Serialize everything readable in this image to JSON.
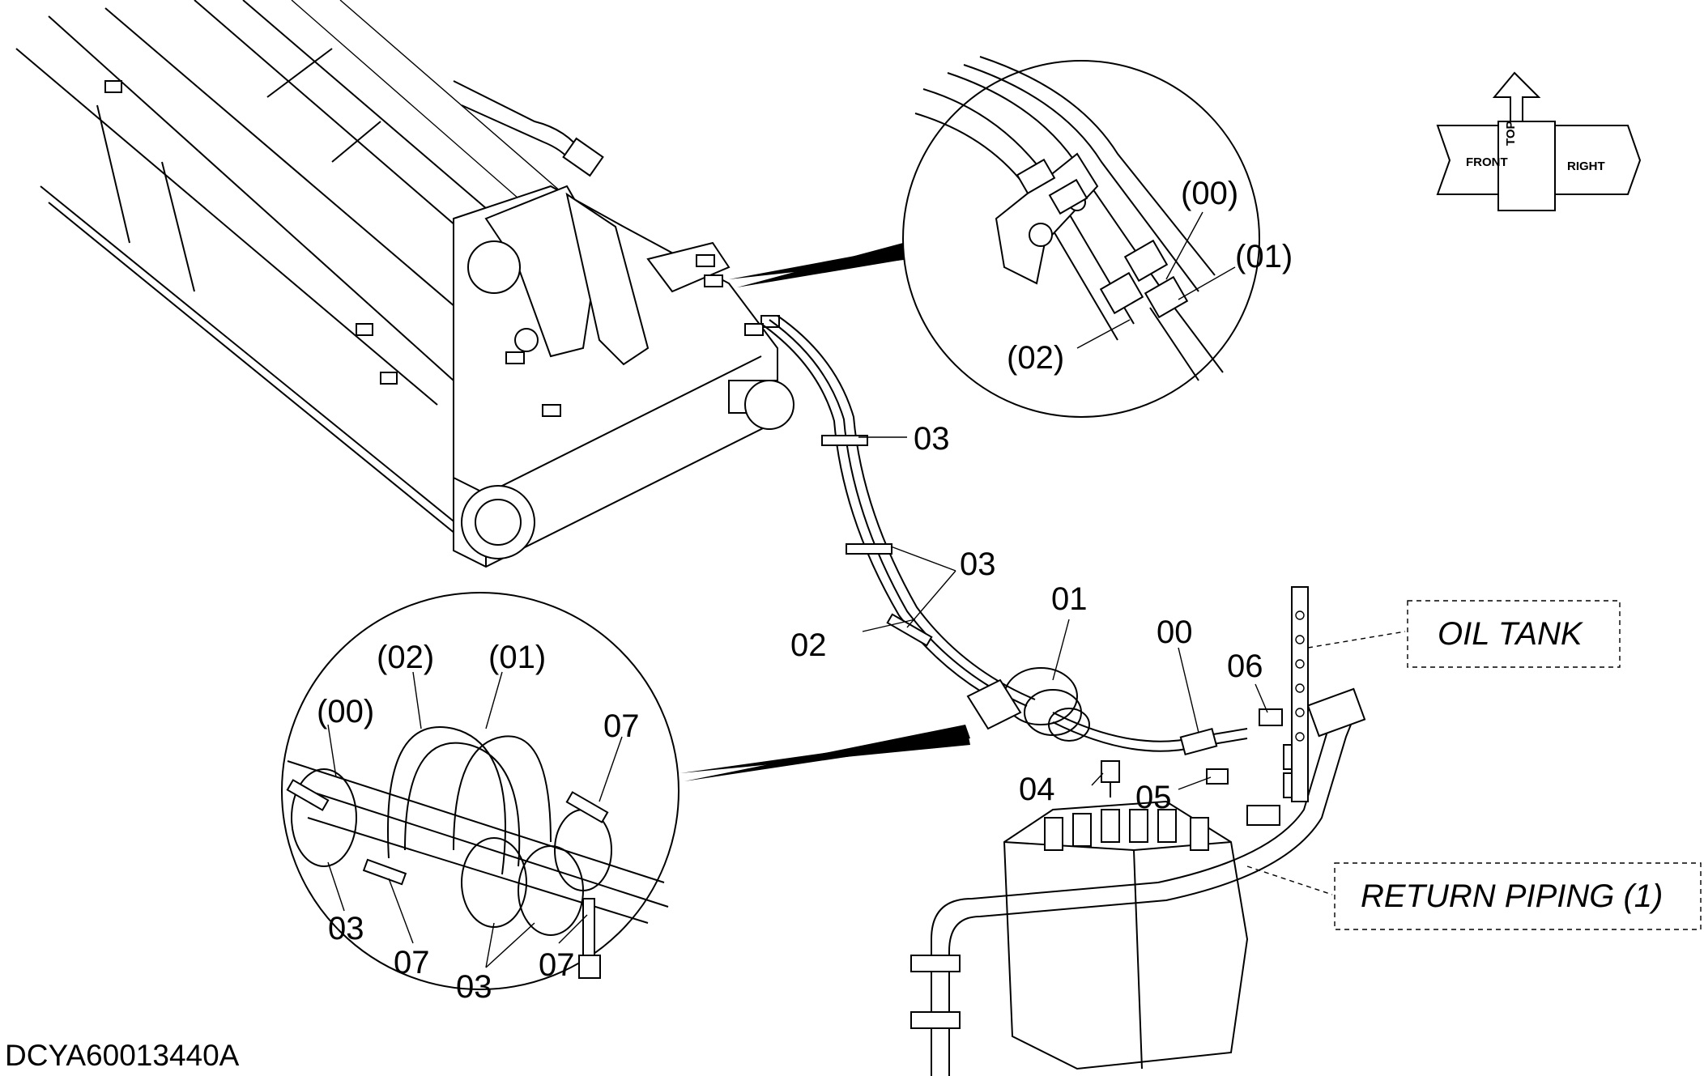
{
  "drawing_code": "DCYA60013440A",
  "callouts": {
    "oil_tank": "OIL TANK",
    "return_piping": "RETURN PIPING (1)"
  },
  "compass": {
    "front": "FRONT",
    "top": "TOP",
    "right": "RIGHT"
  },
  "detail_top": {
    "labels": [
      "(00)",
      "(01)",
      "(02)"
    ]
  },
  "detail_bottom": {
    "labels": [
      "(00)",
      "(02)",
      "(01)",
      "07",
      "03",
      "07",
      "03",
      "07"
    ]
  },
  "main_labels": {
    "l03a": "03",
    "l03b": "03",
    "l01": "01",
    "l00": "00",
    "l02": "02",
    "l06": "06",
    "l04": "04",
    "l05": "05"
  }
}
